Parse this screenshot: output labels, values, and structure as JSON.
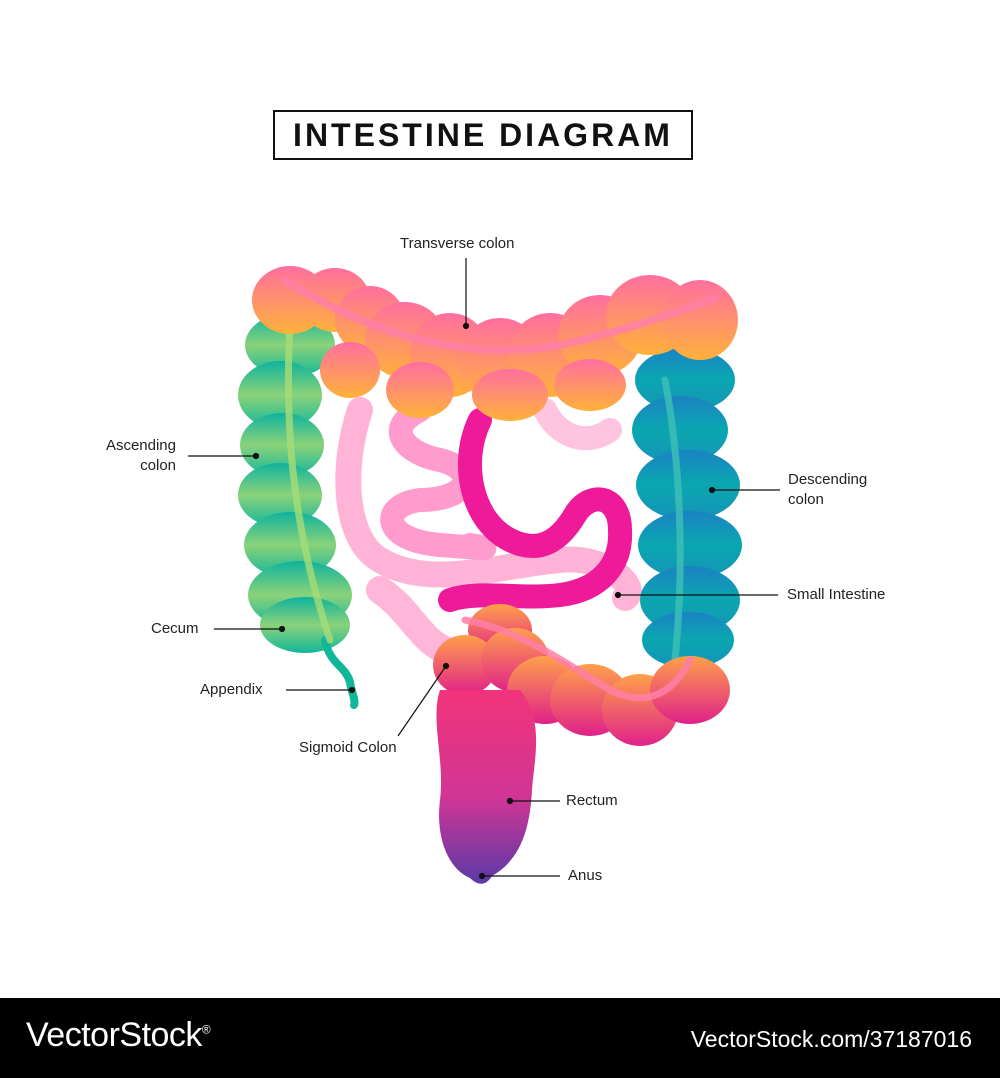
{
  "title": "INTESTINE DIAGRAM",
  "labels": {
    "transverse_colon": "Transverse colon",
    "ascending_colon_1": "Ascending",
    "ascending_colon_2": "colon",
    "descending_colon_1": "Descending",
    "descending_colon_2": "colon",
    "small_intestine": "Small Intestine",
    "cecum": "Cecum",
    "appendix": "Appendix",
    "sigmoid_colon": "Sigmoid Colon",
    "rectum": "Rectum",
    "anus": "Anus"
  },
  "footer": {
    "brand": "VectorStock",
    "brand_mark": "®",
    "image_ref": "VectorStock.com/37187016"
  },
  "colors": {
    "ascending": [
      "#0fb39e",
      "#8ad27a"
    ],
    "transverse": [
      "#ff6fa0",
      "#ffb13a"
    ],
    "descending": [
      "#0aa7b0",
      "#1b82c3"
    ],
    "small_intestine": [
      "#ffb3d6",
      "#ee1a9a"
    ],
    "sigmoid": [
      "#ffa04a",
      "#e0218a"
    ],
    "rectum": [
      "#f2347a",
      "#5a3aa8"
    ]
  }
}
